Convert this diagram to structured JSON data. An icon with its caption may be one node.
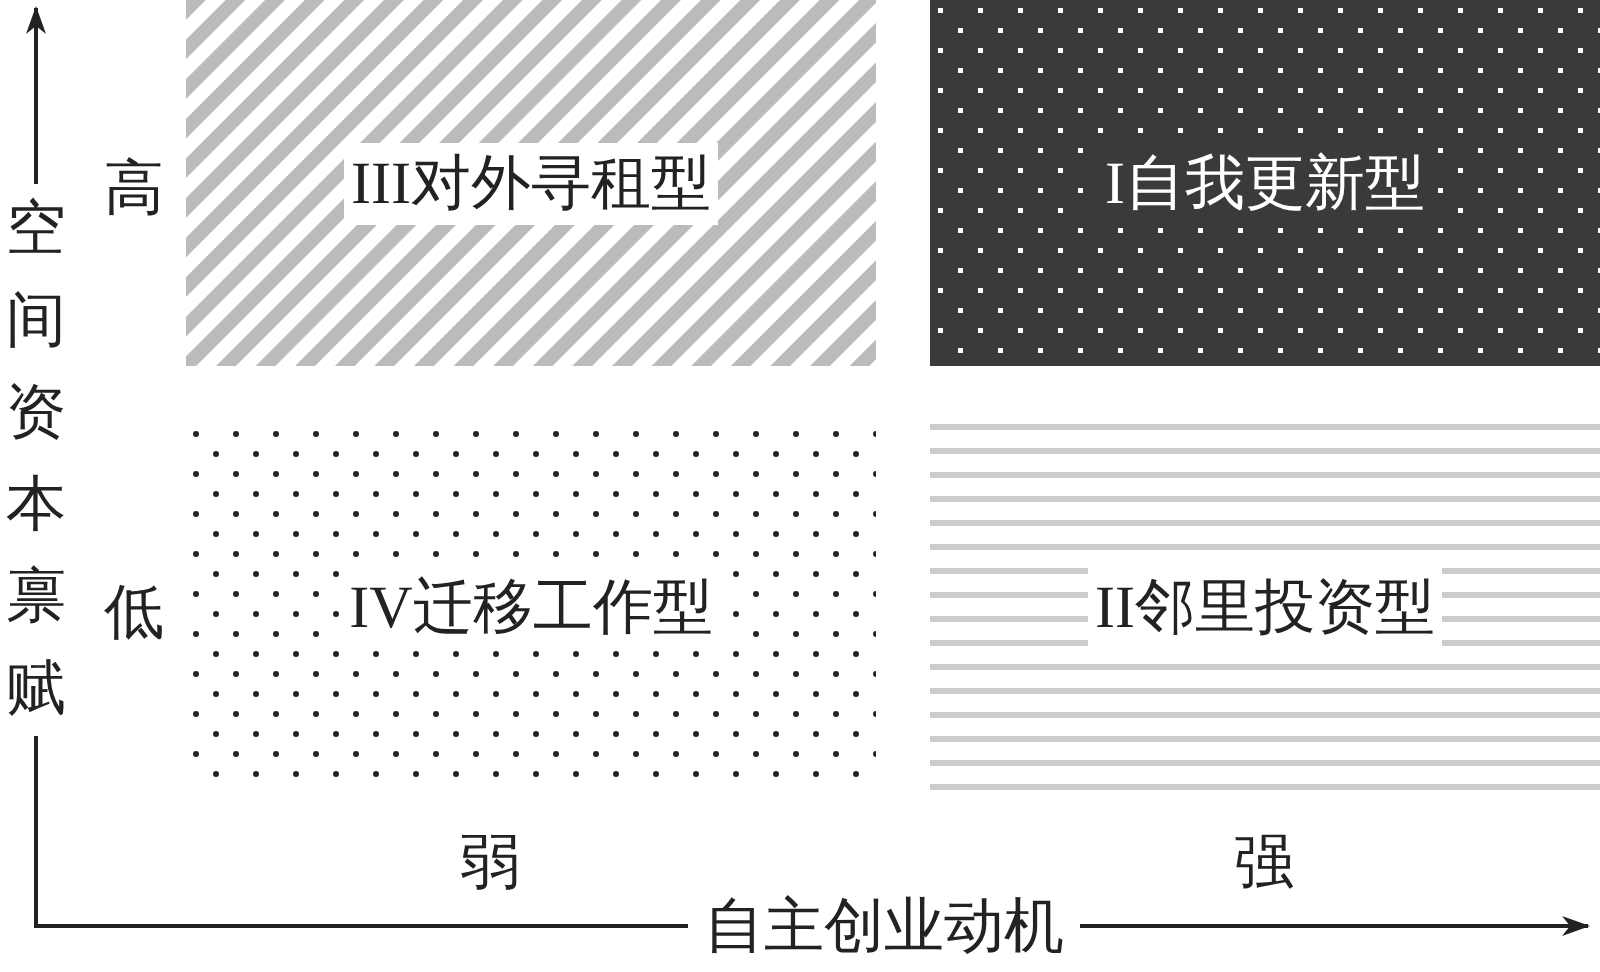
{
  "diagram": {
    "nodes": [
      {
        "text": [
          "III对外寻租型"
        ]
      },
      {
        "text": [
          "I自我更新型"
        ]
      },
      {
        "text": [
          "IV迁移工作型"
        ]
      },
      {
        "text": [
          "II邻里投资型"
        ]
      }
    ],
    "labels": [
      "空间资本禀赋",
      "高",
      "低",
      "弱",
      "强",
      "自主创业动机"
    ]
  }
}
